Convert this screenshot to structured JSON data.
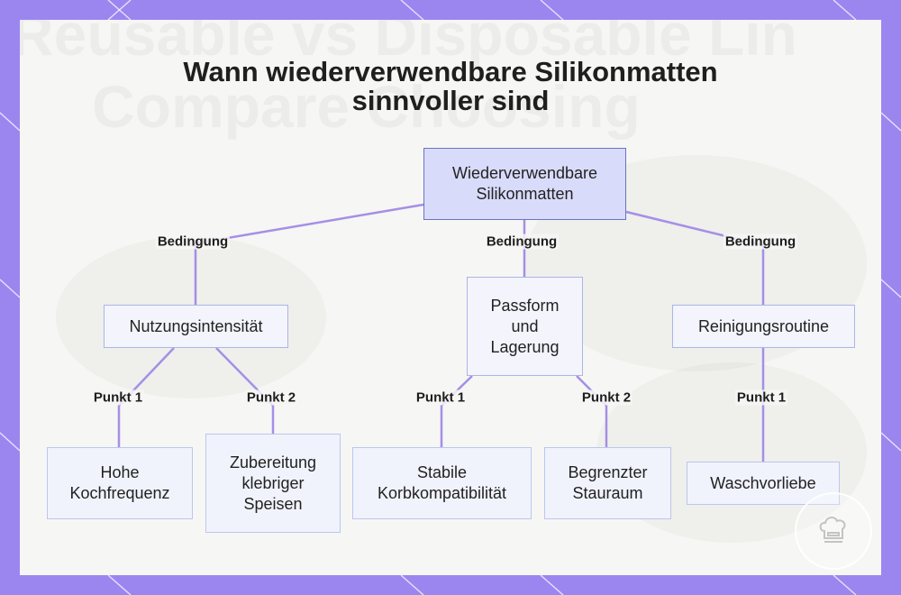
{
  "title_line1": "Wann wiederverwendbare Silikonmatten",
  "title_line2": "sinnvoller sind",
  "background_text": {
    "line1": "Reusable vs Disposable Lin",
    "line2": "Compare   Choosing"
  },
  "root": {
    "line1": "Wiederverwendbare",
    "line2": "Silikonmatten"
  },
  "conditions": [
    {
      "edge_label": "Bedingung",
      "label": [
        "Nutzungsintensität"
      ]
    },
    {
      "edge_label": "Bedingung",
      "label": [
        "Passform",
        "und",
        "Lagerung"
      ]
    },
    {
      "edge_label": "Bedingung",
      "label": [
        "Reinigungsroutine"
      ]
    }
  ],
  "leaves": [
    {
      "edge_label": "Punkt 1",
      "label": [
        "Hohe",
        "Kochfrequenz"
      ]
    },
    {
      "edge_label": "Punkt 2",
      "label": [
        "Zubereitung",
        "klebriger",
        "Speisen"
      ]
    },
    {
      "edge_label": "Punkt 1",
      "label": [
        "Stabile",
        "Korbkompatibilität"
      ]
    },
    {
      "edge_label": "Punkt 2",
      "label": [
        "Begrenzter",
        "Stauraum"
      ]
    },
    {
      "edge_label": "Punkt 1",
      "label": [
        "Waschvorliebe"
      ]
    }
  ],
  "colors": {
    "frame": "#9b86f0",
    "card": "#f6f6f4",
    "connector": "#a58fe6",
    "root_fill": "#d9dbfa",
    "root_border": "#6a73c6",
    "node_fill": "#f3f4fc",
    "node_border": "#aab6e6"
  },
  "icons": {
    "logo": "chef-hat-logo-icon"
  }
}
